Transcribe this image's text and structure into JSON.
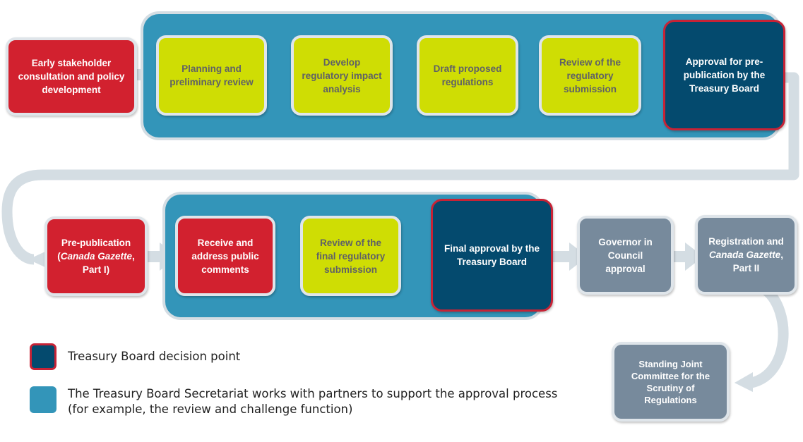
{
  "colors": {
    "red": "#d2212f",
    "lime": "#cfdd04",
    "navy": "#044a6e",
    "grey": "#778a9c",
    "teal_panel": "#3395b9",
    "arrow": "#d4dde3",
    "decision_border": "#c72336"
  },
  "row1": {
    "early_consultation": "Early stakeholder consultation and policy development",
    "planning": "Planning and preliminary review",
    "develop_analysis": "Develop regulatory impact analysis",
    "draft_regulations": "Draft proposed regulations",
    "review_submission": "Review of the regulatory submission",
    "approval_prepublication": "Approval for pre-publication by the Treasury Board"
  },
  "row2": {
    "prepublication_prefix": "Pre-publication (",
    "prepublication_italic": "Canada Gazette",
    "prepublication_suffix": ", Part I)",
    "receive_comments": "Receive and address public comments",
    "review_final": "Review of the final regulatory submission",
    "final_approval": "Final approval by the Treasury Board",
    "governor_council": "Governor in Council approval",
    "registration_prefix": "Registration and ",
    "registration_italic": "Canada Gazette",
    "registration_suffix": ", Part II"
  },
  "standing_committee": "Standing Joint Committee for the Scrutiny of Regulations",
  "legend": {
    "decision_point": "Treasury Board decision point",
    "tbs_support": "The Treasury Board Secretariat works with partners to support the approval process (for example, the review and challenge function)"
  }
}
